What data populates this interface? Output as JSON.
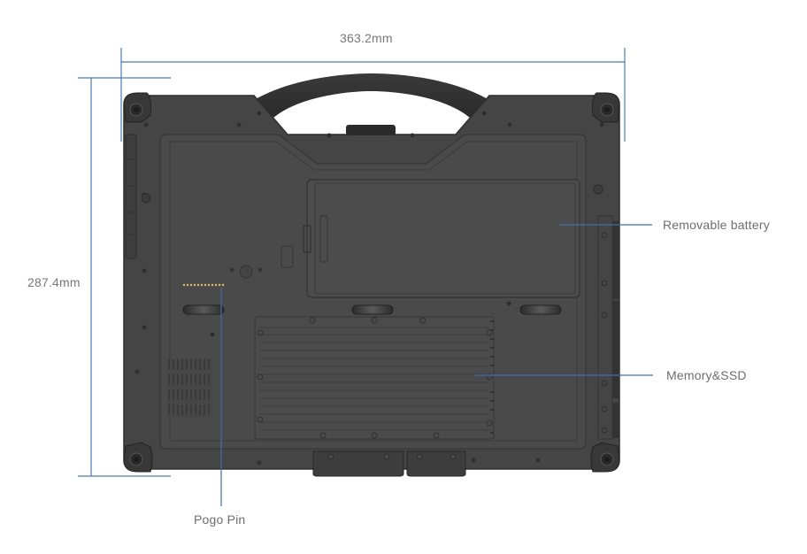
{
  "diagram": {
    "subject": "Rugged tablet rear view",
    "dimensions": {
      "width": "363.2mm",
      "height": "287.4mm"
    },
    "callouts": [
      {
        "id": "battery",
        "label": "Removable battery"
      },
      {
        "id": "memory",
        "label": "Memory&SSD"
      },
      {
        "id": "pogo",
        "label": "Pogo Pin"
      }
    ],
    "colors": {
      "body": "#454545",
      "body_edge": "#2e2e2e",
      "panel": "#4a4a4a",
      "leader_line": "#3f6fa8",
      "dimension_line": "#4a7ab0",
      "pogo_dots": "#e0c060",
      "label_text": "#6e6e6e"
    }
  }
}
